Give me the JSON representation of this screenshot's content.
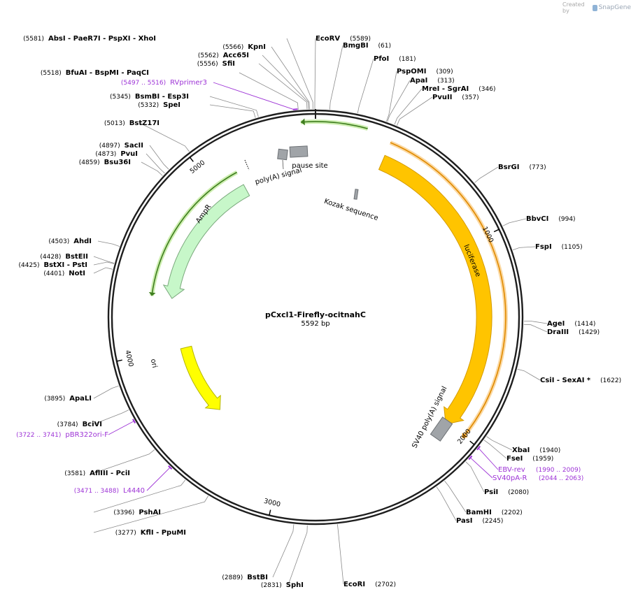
{
  "map": {
    "name": "pCxcl1-Firefly-ocitnahC",
    "length_label": "5592 bp",
    "total_bp": 5592
  },
  "credit": {
    "created_by": "Created by",
    "brand": "SnapGene"
  },
  "colors": {
    "backbone": "#1e1e1e",
    "primer": "#9d33d6",
    "luciferase": "#ffc400",
    "ampr": "#c7f7c9",
    "ori": "#ffff00",
    "gray_feature": "#a0a4a8",
    "orf_green": "#3e7d1e",
    "orf_orange": "#e08a00"
  },
  "tick_marks": [
    {
      "label": "1000",
      "pos": 1000
    },
    {
      "label": "2000",
      "pos": 2000
    },
    {
      "label": "3000",
      "pos": 3000
    },
    {
      "label": "4000",
      "pos": 4000
    },
    {
      "label": "5000",
      "pos": 5000
    }
  ],
  "sites": [
    {
      "name": "AbsI - PaeR7I - PspXI - XhoI",
      "pos_label": "(5581)",
      "pos": 5581,
      "side": "left"
    },
    {
      "name": "KpnI",
      "pos_label": "(5566)",
      "pos": 5566,
      "side": "left"
    },
    {
      "name": "Acc65I",
      "pos_label": "(5562)",
      "pos": 5562,
      "side": "left"
    },
    {
      "name": "SfiI",
      "pos_label": "(5556)",
      "pos": 5556,
      "side": "left"
    },
    {
      "name": "BfuAI - BspMI - PaqCI",
      "pos_label": "(5518)",
      "pos": 5518,
      "side": "left"
    },
    {
      "name": "BsmBI - Esp3I",
      "pos_label": "(5345)",
      "pos": 5345,
      "side": "left"
    },
    {
      "name": "SpeI",
      "pos_label": "(5332)",
      "pos": 5332,
      "side": "left"
    },
    {
      "name": "BstZ17I",
      "pos_label": "(5013)",
      "pos": 5013,
      "side": "left"
    },
    {
      "name": "SacII",
      "pos_label": "(4897)",
      "pos": 4897,
      "side": "left"
    },
    {
      "name": "PvuI",
      "pos_label": "(4873)",
      "pos": 4873,
      "side": "left"
    },
    {
      "name": "Bsu36I",
      "pos_label": "(4859)",
      "pos": 4859,
      "side": "left"
    },
    {
      "name": "AhdI",
      "pos_label": "(4503)",
      "pos": 4503,
      "side": "left"
    },
    {
      "name": "BstEII",
      "pos_label": "(4428)",
      "pos": 4428,
      "side": "left"
    },
    {
      "name": "BstXI - PstI",
      "pos_label": "(4425)",
      "pos": 4425,
      "side": "left"
    },
    {
      "name": "NotI",
      "pos_label": "(4401)",
      "pos": 4401,
      "side": "left"
    },
    {
      "name": "ApaLI",
      "pos_label": "(3895)",
      "pos": 3895,
      "side": "left"
    },
    {
      "name": "BciVI",
      "pos_label": "(3784)",
      "pos": 3784,
      "side": "left"
    },
    {
      "name": "AflIII - PciI",
      "pos_label": "(3581)",
      "pos": 3581,
      "side": "left"
    },
    {
      "name": "PshAI",
      "pos_label": "(3396)",
      "pos": 3396,
      "side": "left"
    },
    {
      "name": "KflI - PpuMI",
      "pos_label": "(3277)",
      "pos": 3277,
      "side": "left"
    },
    {
      "name": "BstBI",
      "pos_label": "(2889)",
      "pos": 2889,
      "side": "left"
    },
    {
      "name": "SphI",
      "pos_label": "(2831)",
      "pos": 2831,
      "side": "left"
    },
    {
      "name": "EcoRV",
      "pos_label": "(5589)",
      "pos": 5589,
      "side": "right"
    },
    {
      "name": "BmgBI",
      "pos_label": "(61)",
      "pos": 61,
      "side": "right"
    },
    {
      "name": "PfoI",
      "pos_label": "(181)",
      "pos": 181,
      "side": "right"
    },
    {
      "name": "PspOMI",
      "pos_label": "(309)",
      "pos": 309,
      "side": "right"
    },
    {
      "name": "ApaI",
      "pos_label": "(313)",
      "pos": 313,
      "side": "right"
    },
    {
      "name": "MreI - SgrAI",
      "pos_label": "(346)",
      "pos": 346,
      "side": "right"
    },
    {
      "name": "PvuII",
      "pos_label": "(357)",
      "pos": 357,
      "side": "right"
    },
    {
      "name": "BsrGI",
      "pos_label": "(773)",
      "pos": 773,
      "side": "right"
    },
    {
      "name": "BbvCI",
      "pos_label": "(994)",
      "pos": 994,
      "side": "right"
    },
    {
      "name": "FspI",
      "pos_label": "(1105)",
      "pos": 1105,
      "side": "right"
    },
    {
      "name": "AgeI",
      "pos_label": "(1414)",
      "pos": 1414,
      "side": "right"
    },
    {
      "name": "DraIII",
      "pos_label": "(1429)",
      "pos": 1429,
      "side": "right"
    },
    {
      "name": "CsiI - SexAI *",
      "pos_label": "(1622)",
      "pos": 1622,
      "side": "right"
    },
    {
      "name": "XbaI",
      "pos_label": "(1940)",
      "pos": 1940,
      "side": "right"
    },
    {
      "name": "FseI",
      "pos_label": "(1959)",
      "pos": 1959,
      "side": "right"
    },
    {
      "name": "PsiI",
      "pos_label": "(2080)",
      "pos": 2080,
      "side": "right"
    },
    {
      "name": "BamHI",
      "pos_label": "(2202)",
      "pos": 2202,
      "side": "right"
    },
    {
      "name": "PasI",
      "pos_label": "(2245)",
      "pos": 2245,
      "side": "right"
    },
    {
      "name": "EcoRI",
      "pos_label": "(2702)",
      "pos": 2702,
      "side": "right"
    }
  ],
  "primers": [
    {
      "name": "RVprimer3",
      "range_label": "(5497 .. 5516)",
      "pos": 5506,
      "side": "left"
    },
    {
      "name": "pBR322ori-F",
      "range_label": "(3722 .. 3741)",
      "pos": 3731,
      "side": "left"
    },
    {
      "name": "L4440",
      "range_label": "(3471 .. 3488)",
      "pos": 3480,
      "side": "left"
    },
    {
      "name": "EBV-rev",
      "range_label": "(1990 .. 2009)",
      "pos": 2000,
      "side": "right"
    },
    {
      "name": "SV40pA-R",
      "range_label": "(2044 .. 2063)",
      "pos": 2054,
      "side": "right"
    }
  ],
  "features": [
    {
      "name": "luciferase",
      "start": 360,
      "end": 2010,
      "direction": "cw",
      "color_key": "luciferase"
    },
    {
      "name": "AmpR",
      "start": 5150,
      "end": 4310,
      "direction": "ccw",
      "color_key": "ampr"
    },
    {
      "name": "ori",
      "start": 3990,
      "end": 3510,
      "direction": "ccw",
      "color_key": "ori"
    },
    {
      "name": "SV40 poly(A) signal",
      "start": 2035,
      "end": 2160,
      "direction": "none",
      "color_key": "gray_feature"
    },
    {
      "name": "poly(A) signal",
      "start": 5330,
      "end": 5380,
      "direction": "none",
      "color_key": "gray_feature"
    },
    {
      "name": "pause site",
      "start": 5245,
      "end": 5320,
      "direction": "none",
      "color_key": "gray_feature"
    },
    {
      "name": "Kozak sequence",
      "start": 355,
      "end": 365,
      "direction": "none",
      "color_key": "gray_feature"
    }
  ],
  "orfs": [
    {
      "start": 360,
      "end": 2010,
      "direction": "cw",
      "color_key": "orf_orange"
    },
    {
      "start": 240,
      "end": 5525,
      "direction": "ccw",
      "color_key": "orf_green"
    },
    {
      "start": 5150,
      "end": 4310,
      "direction": "ccw",
      "color_key": "orf_green"
    }
  ]
}
